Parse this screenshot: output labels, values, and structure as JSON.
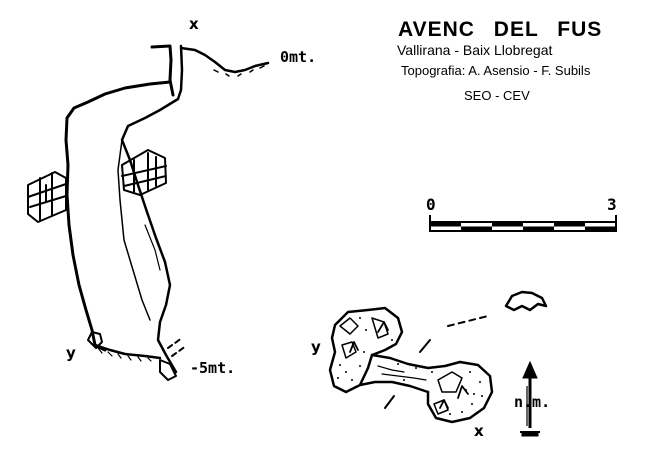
{
  "title": "AVENC DEL FUS",
  "location": "Vallirana - Baix Llobregat",
  "topography": "Topografia: A. Asensio - F. Subils",
  "group": "SEO - CEV",
  "depth_labels": {
    "top": "0mt.",
    "bottom": "-5mt."
  },
  "section_markers": {
    "x_top": "x",
    "y_left": "y",
    "y_plan": "y",
    "x_plan": "x"
  },
  "scale": {
    "start": "0",
    "end": "3"
  },
  "north_label": "n.m."
}
